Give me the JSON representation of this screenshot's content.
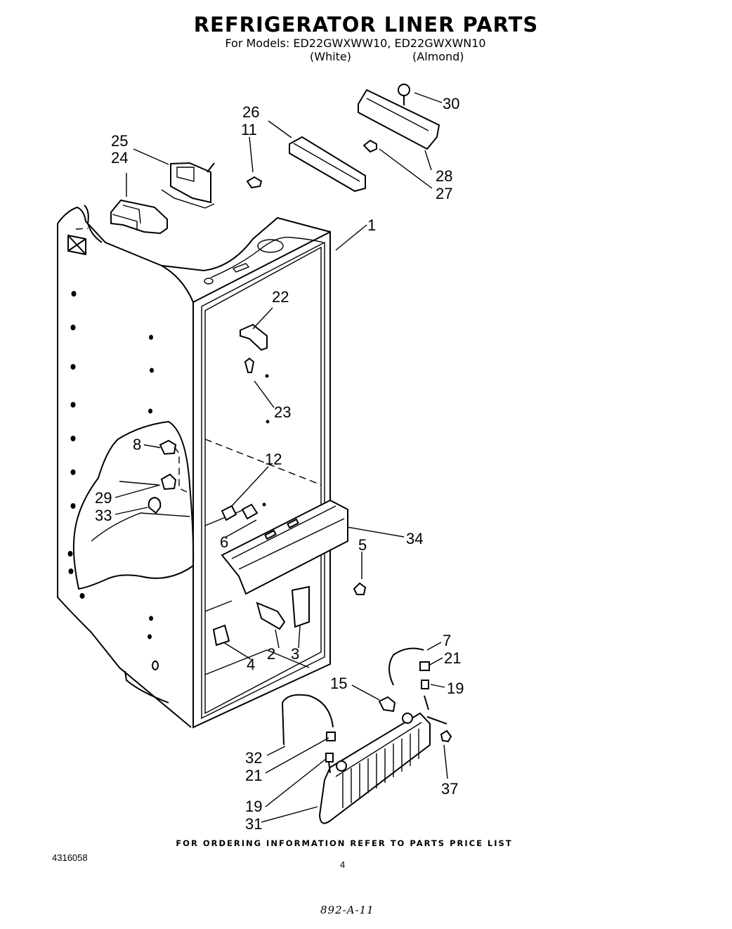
{
  "header": {
    "title": "REFRIGERATOR LINER PARTS",
    "models_line": "For Models: ED22GWXWW10, ED22GWXWN10",
    "variant_white": "(White)",
    "variant_almond": "(Almond)"
  },
  "callouts": {
    "c1": "1",
    "c2": "2",
    "c3": "3",
    "c4": "4",
    "c5": "5",
    "c6": "6",
    "c7": "7",
    "c8": "8",
    "c11": "11",
    "c12": "12",
    "c15": "15",
    "c19a": "19",
    "c19b": "19",
    "c21a": "21",
    "c21b": "21",
    "c22": "22",
    "c23": "23",
    "c24": "24",
    "c25": "25",
    "c26": "26",
    "c27": "27",
    "c28": "28",
    "c29": "29",
    "c30": "30",
    "c31": "31",
    "c32": "32",
    "c33": "33",
    "c34": "34",
    "c37": "37"
  },
  "footer": {
    "ordering_note": "FOR ORDERING INFORMATION REFER TO PARTS PRICE LIST",
    "doc_number": "4316058",
    "page_number": "4",
    "handwritten_code": "892-A-11"
  }
}
